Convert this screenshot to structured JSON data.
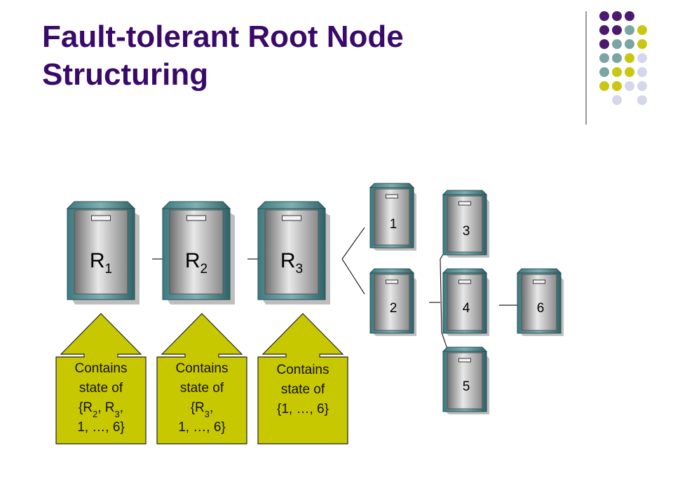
{
  "slide": {
    "title_line1": "Fault-tolerant Root Node",
    "title_line2": "Structuring"
  },
  "colors": {
    "title": "#3a0a6b",
    "callout_fill": "#c8c800",
    "server_teal": "#4d8a8f",
    "server_gray": "#9a9a9a",
    "deco_purple": "#4b1a6e",
    "deco_teal": "#7aa5a3",
    "deco_yellow": "#c8c814",
    "deco_lavender": "#d6d6ea"
  },
  "root_servers": [
    {
      "base": "R",
      "sub": "1"
    },
    {
      "base": "R",
      "sub": "2"
    },
    {
      "base": "R",
      "sub": "3"
    }
  ],
  "tree_servers": [
    {
      "label": "1"
    },
    {
      "label": "2"
    },
    {
      "label": "3"
    },
    {
      "label": "4"
    },
    {
      "label": "5"
    },
    {
      "label": "6"
    }
  ],
  "callouts": [
    {
      "lines": [
        [
          {
            "t": "Contains"
          }
        ],
        [
          {
            "t": "state of"
          }
        ],
        [
          {
            "t": "{R"
          },
          {
            "t": "2",
            "sub": true
          },
          {
            "t": ", R"
          },
          {
            "t": "3",
            "sub": true
          },
          {
            "t": ","
          }
        ],
        [
          {
            "t": "1, …, 6}"
          }
        ]
      ]
    },
    {
      "lines": [
        [
          {
            "t": "Contains"
          }
        ],
        [
          {
            "t": "state of"
          }
        ],
        [
          {
            "t": "{R"
          },
          {
            "t": "3",
            "sub": true
          },
          {
            "t": ","
          }
        ],
        [
          {
            "t": "1, …, 6}"
          }
        ]
      ]
    },
    {
      "lines": [
        [
          {
            "t": "Contains"
          }
        ],
        [
          {
            "t": "state of"
          }
        ],
        [
          {
            "t": "{1, …, 6}"
          }
        ]
      ]
    }
  ]
}
